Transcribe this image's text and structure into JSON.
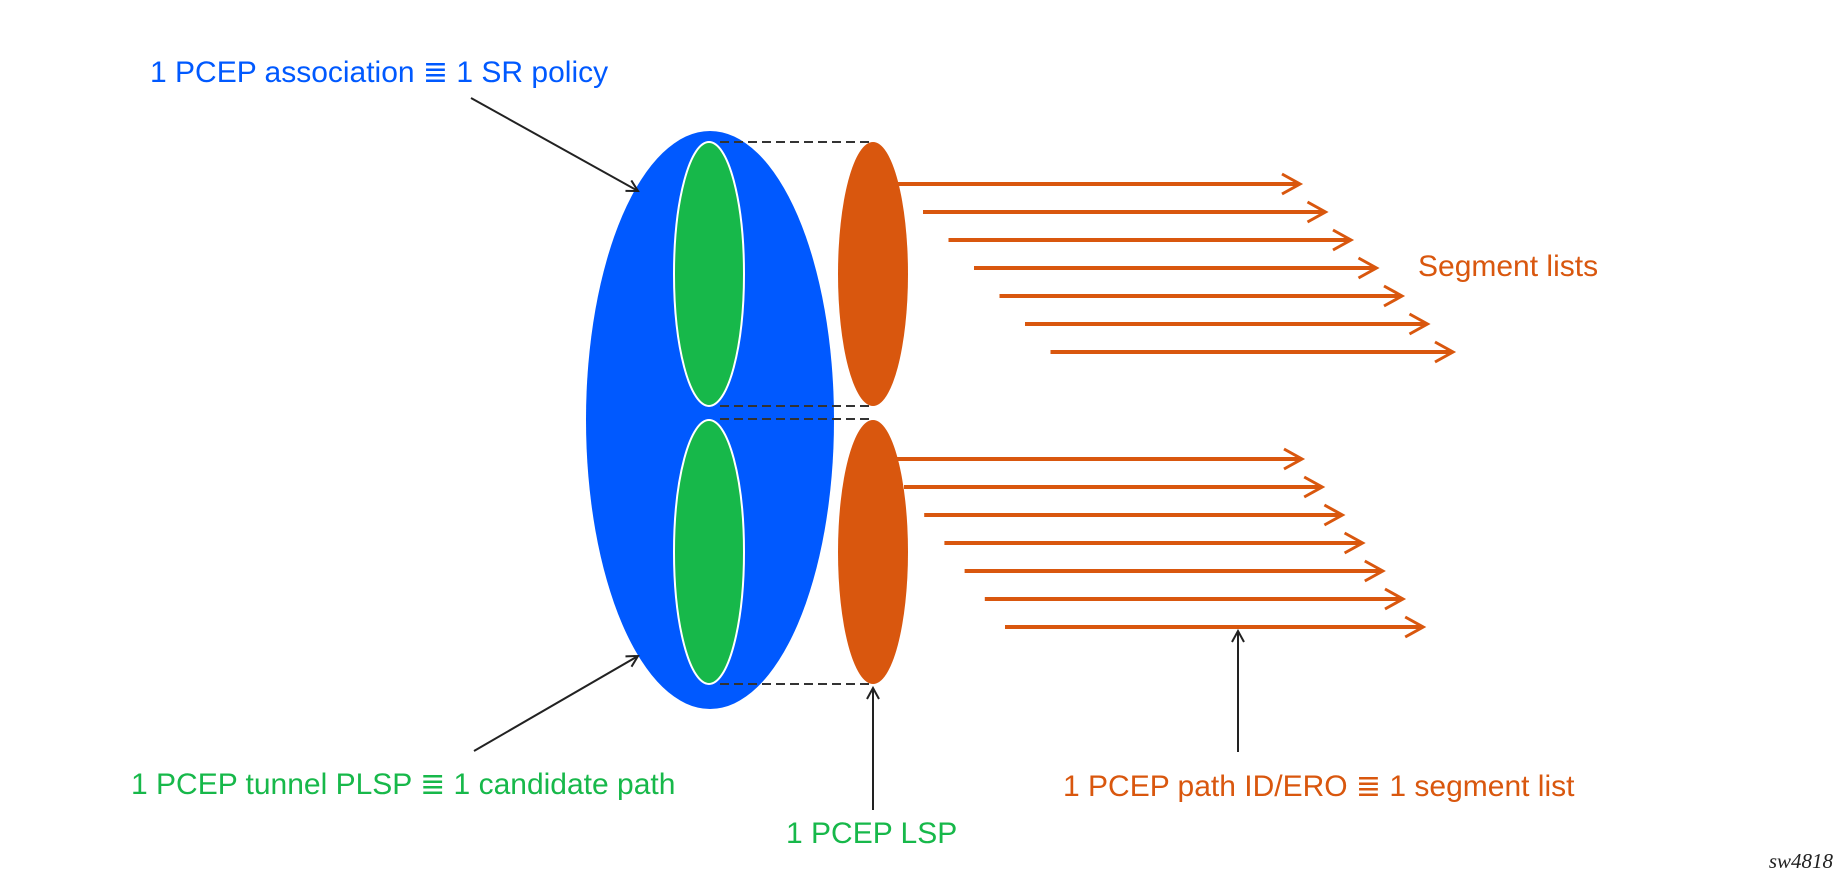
{
  "colors": {
    "blue": "#0059ff",
    "green": "#17b84a",
    "orange": "#d9570e",
    "line": "#222222",
    "dash": "#333333"
  },
  "labels": {
    "association": "1 PCEP association ≣ 1 SR policy",
    "tunnel": "1 PCEP tunnel PLSP ≣ 1 candidate path",
    "lsp": "1 PCEP LSP",
    "segment_lists": "Segment lists",
    "path_id": "1 PCEP path ID/ERO ≣ 1 segment list",
    "watermark": "sw4818"
  },
  "diagram": {
    "sr_policy": {
      "name": "SR policy (PCEP association)",
      "shape": "ellipse"
    },
    "candidate_paths": [
      {
        "name": "candidate path 1",
        "shape": "ellipse"
      },
      {
        "name": "candidate path 2",
        "shape": "ellipse"
      }
    ],
    "lsps": [
      {
        "name": "PCEP LSP 1",
        "segment_list_count": 7
      },
      {
        "name": "PCEP LSP 2",
        "segment_list_count": 7
      }
    ]
  }
}
